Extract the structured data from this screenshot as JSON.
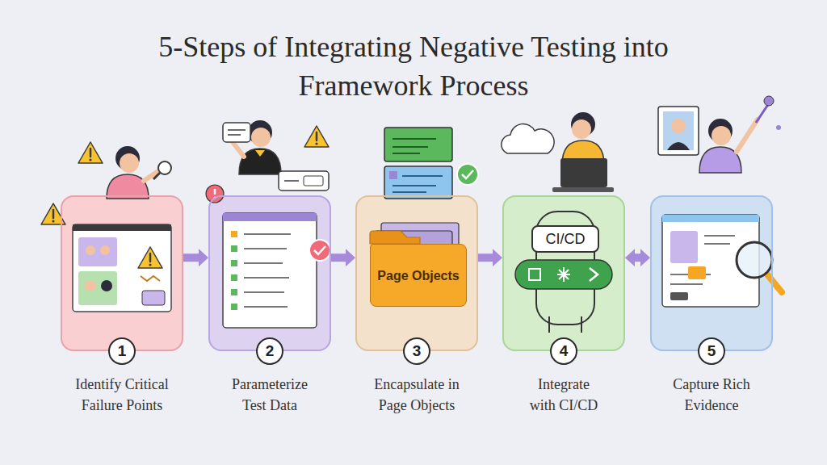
{
  "diagram": {
    "title": "5-Steps of Integrating Negative Testing into Framework Process",
    "nodes": [
      {
        "text": [
          "1",
          "Identify Critical Failure Points"
        ]
      },
      {
        "text": [
          "2",
          "Parameterize Test Data"
        ]
      },
      {
        "text": [
          "3",
          "Encapsulate in Page Objects"
        ]
      },
      {
        "text": [
          "Page Objects"
        ],
        "in": 2
      },
      {
        "text": [
          "4",
          "Integrate with CI/CD"
        ]
      },
      {
        "text": [
          "CI/CD"
        ],
        "in": 4
      },
      {
        "text": [
          "5",
          "Capture Rich Evidence"
        ]
      }
    ],
    "edges": [
      {
        "from": 0,
        "to": 1,
        "arrow": "to"
      },
      {
        "from": 1,
        "to": 2,
        "arrow": "to"
      },
      {
        "from": 2,
        "to": 4,
        "arrow": "to"
      },
      {
        "from": 4,
        "to": 6,
        "arrow": "both"
      }
    ]
  }
}
